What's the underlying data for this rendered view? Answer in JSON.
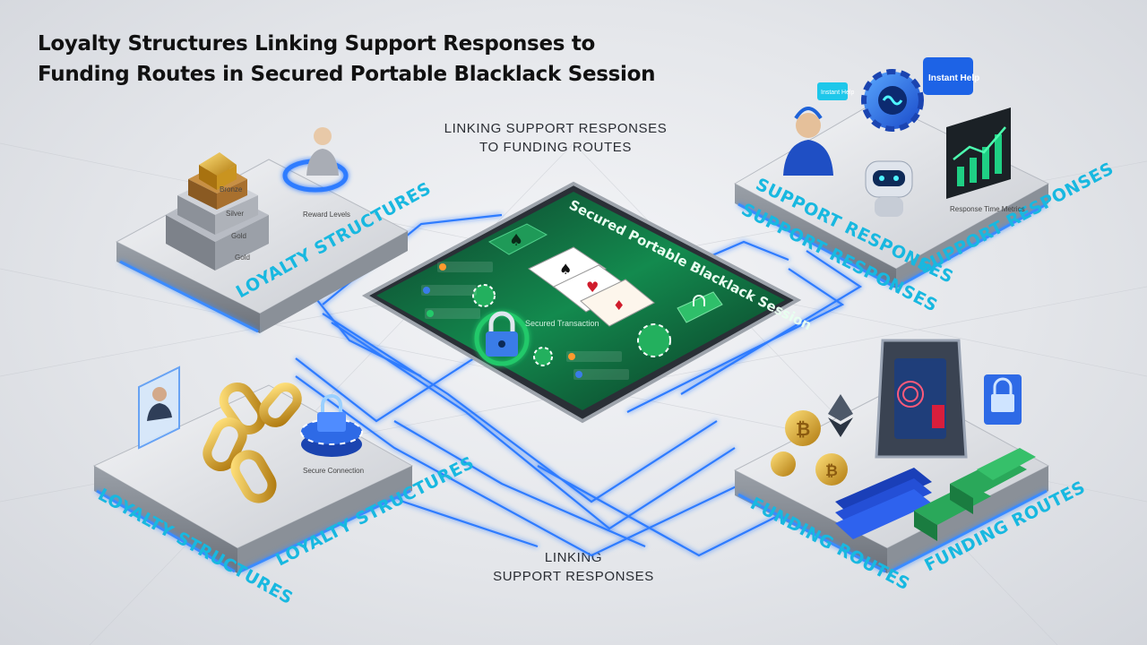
{
  "title": {
    "line1": "Loyalty Structures Linking Support Responses to",
    "line2": "Funding Routes in Secured Portable Blacklack Session"
  },
  "captions": {
    "top": [
      "LINKING SUPPORT RESPONSES",
      "TO FUNDING ROUTES"
    ],
    "bottom": [
      "LINKING",
      "SUPPORT RESPONSES"
    ]
  },
  "platforms": {
    "loyalty_top": {
      "label": "LOYALTY STRUCTURES",
      "tiers": [
        "Bronze",
        "Silver",
        "Gold",
        "Gold"
      ],
      "note": "Reward Levels"
    },
    "support_top": {
      "labels": [
        "SUPPORT RESPONSES",
        "SUPPORT RESPONSES",
        "SUPPORT RESPONSES"
      ],
      "bubble_small": "Instant Help",
      "bubble_large": "Instant Help",
      "note": "Response Time Metrics"
    },
    "loyalty_bottom": {
      "labels": [
        "LOYALTY STRUCTURES",
        "LOYALTY STRUCTURES"
      ],
      "note": "Secure Connection"
    },
    "funding": {
      "labels": [
        "FUNDING ROUTES",
        "FUNDING ROUTES"
      ]
    }
  },
  "tablet": {
    "header": "Secured Portable Blacklack Session",
    "session_label": "Secured Transaction"
  },
  "colors": {
    "neon": "#2f7bff",
    "cyan_label": "#18b8e0",
    "screen_green": "#0c5a34",
    "gold": "#d9a520"
  }
}
